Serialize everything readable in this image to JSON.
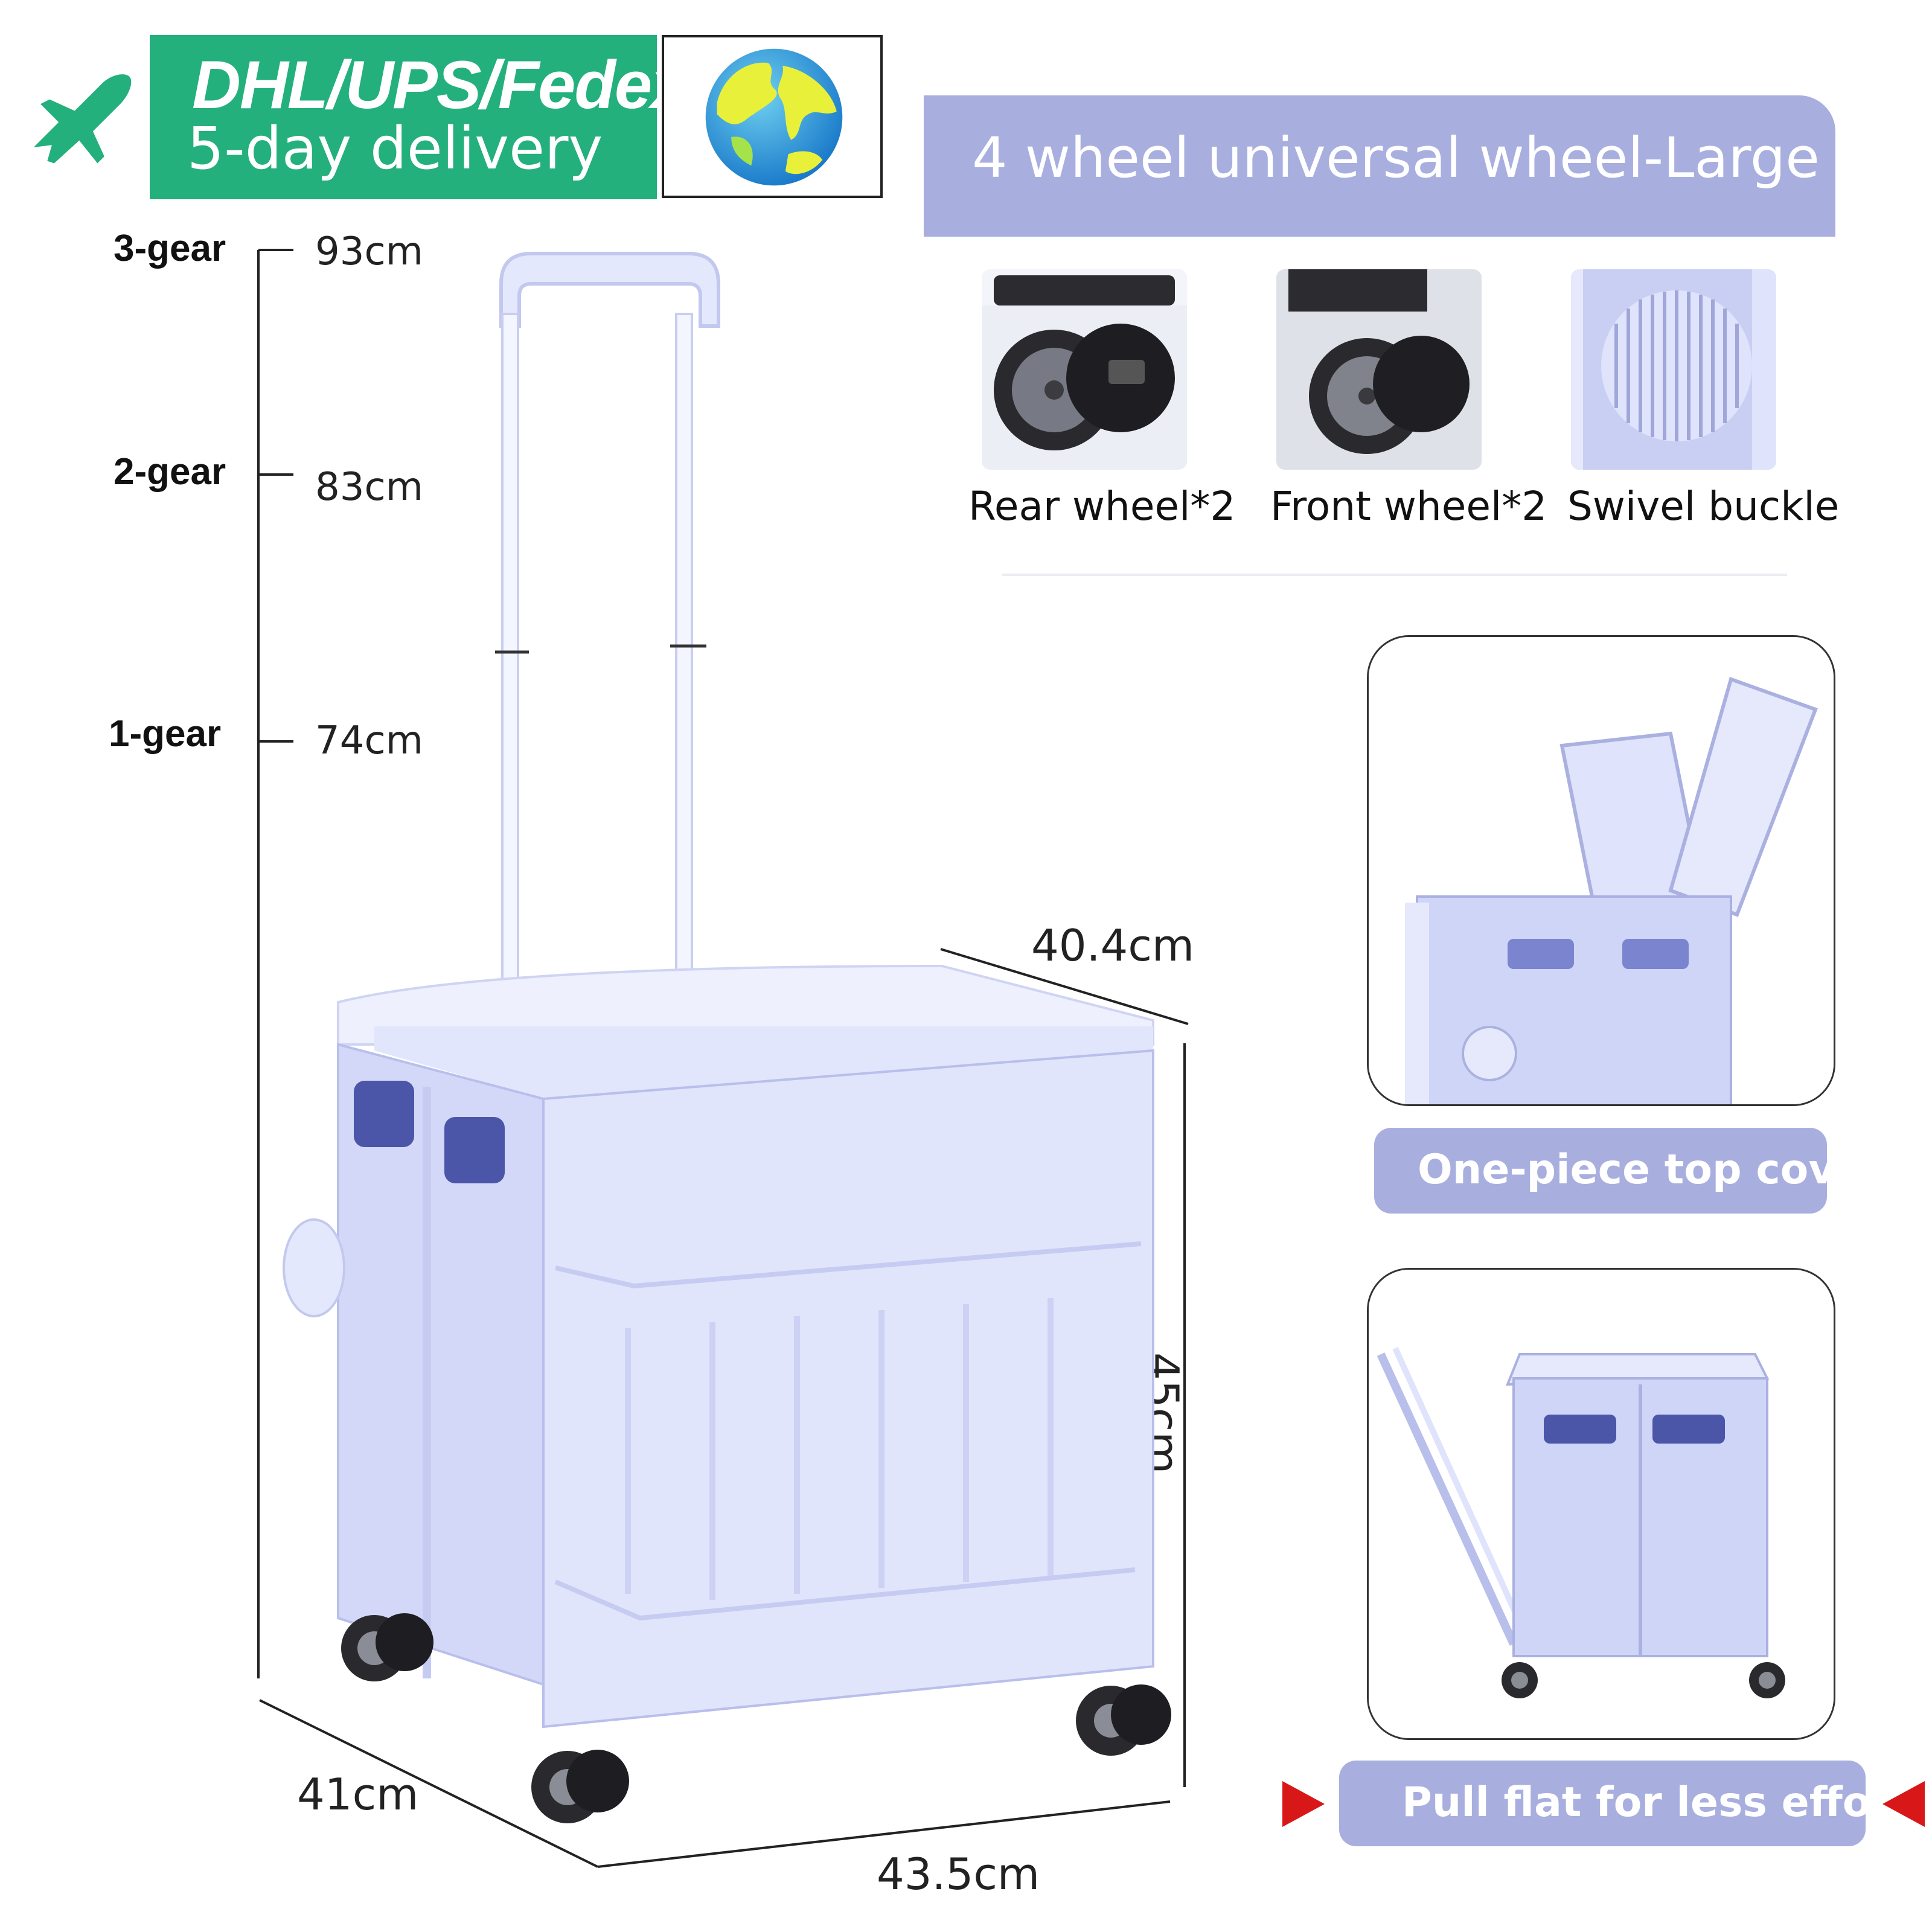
{
  "shipping": {
    "line1": "DHL/UPS/Fedex",
    "line2": "5-day delivery",
    "icons": [
      "plane-icon",
      "globe-icon"
    ],
    "color": "#23b07d"
  },
  "wheels": {
    "header": "4 wheel universal wheel-Large",
    "items": [
      {
        "label": "Rear wheel*2",
        "icon": "rear-wheel-photo"
      },
      {
        "label": "Front wheel*2",
        "icon": "front-wheel-photo"
      },
      {
        "label": "Swivel buckle",
        "icon": "swivel-buckle-photo"
      }
    ]
  },
  "handle_heights": [
    {
      "gear": "3-gear",
      "height": "93cm"
    },
    {
      "gear": "2-gear",
      "height": "83cm"
    },
    {
      "gear": "1-gear",
      "height": "74cm"
    }
  ],
  "dimensions": {
    "depth_top": "40.4cm",
    "height": "45cm",
    "depth_bottom": "41cm",
    "width": "43.5cm"
  },
  "features": [
    {
      "label": "One-piece top cover"
    },
    {
      "label": "Pull flat for less effort"
    }
  ],
  "colors": {
    "accent": "#a8afdf",
    "cart": "#dfe3fb",
    "cart_shadow": "#b9bfeb",
    "window": "#4b56a8",
    "arrow": "#d81818"
  }
}
